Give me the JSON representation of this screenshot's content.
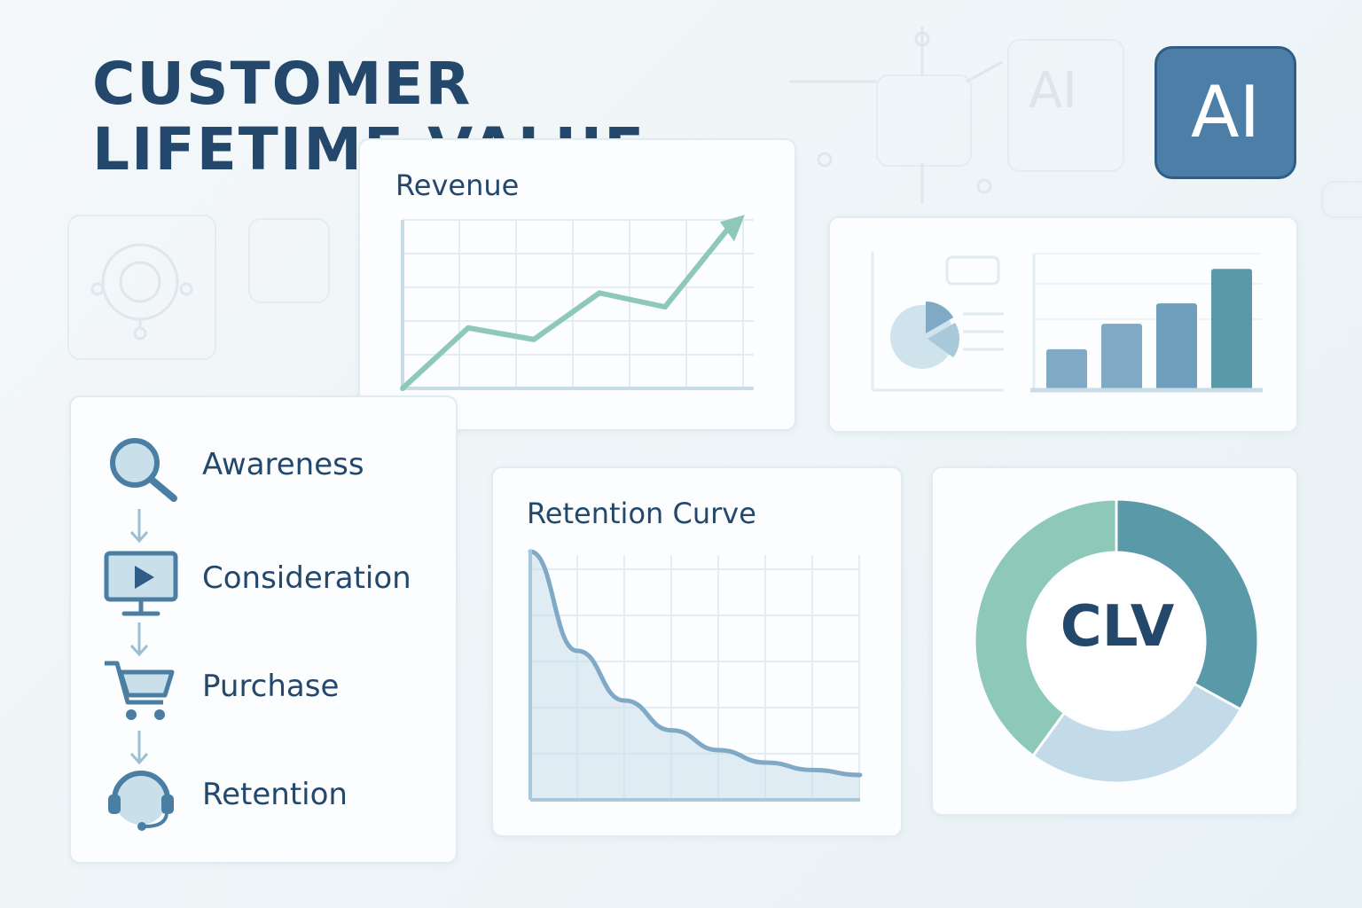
{
  "header": {
    "title": "CUSTOMER LIFETIME VALUE"
  },
  "badge": {
    "label": "AI"
  },
  "decor": {
    "ghost_ai_label": "AI"
  },
  "revenue_panel": {
    "title": "Revenue"
  },
  "retention_panel": {
    "title": "Retention Curve"
  },
  "donut_panel": {
    "center_label": "CLV"
  },
  "funnel": {
    "steps": [
      {
        "label": "Awareness",
        "icon": "magnifier-icon"
      },
      {
        "label": "Consideration",
        "icon": "monitor-play-icon"
      },
      {
        "label": "Purchase",
        "icon": "shopping-cart-icon"
      },
      {
        "label": "Retention",
        "icon": "headset-icon"
      }
    ]
  },
  "colors": {
    "navy": "#24486b",
    "teal": "#8ec8b8",
    "steel": "#5a9aa8",
    "light_blue": "#c3dbe8",
    "badge": "#4d7ea8"
  },
  "chart_data": [
    {
      "type": "line",
      "title": "Revenue",
      "x": [
        0,
        1,
        2,
        3,
        4,
        5
      ],
      "series": [
        {
          "values": [
            0,
            26,
            21,
            41,
            35,
            70
          ]
        }
      ]
    },
    {
      "type": "bar",
      "categories": [
        "",
        "",
        "",
        ""
      ],
      "series": [
        {
          "values": [
            32,
            52,
            68,
            95
          ]
        }
      ]
    },
    {
      "type": "area",
      "title": "Retention Curve",
      "x": [
        0,
        1,
        2,
        3,
        4,
        5,
        6,
        7
      ],
      "series": [
        {
          "values": [
            100,
            60,
            40,
            28,
            20,
            15,
            12,
            10
          ]
        }
      ]
    },
    {
      "type": "pie",
      "categories": [
        "",
        "",
        ""
      ],
      "series": [
        {
          "values": [
            33,
            27,
            40
          ]
        }
      ],
      "center_label": "CLV"
    }
  ]
}
